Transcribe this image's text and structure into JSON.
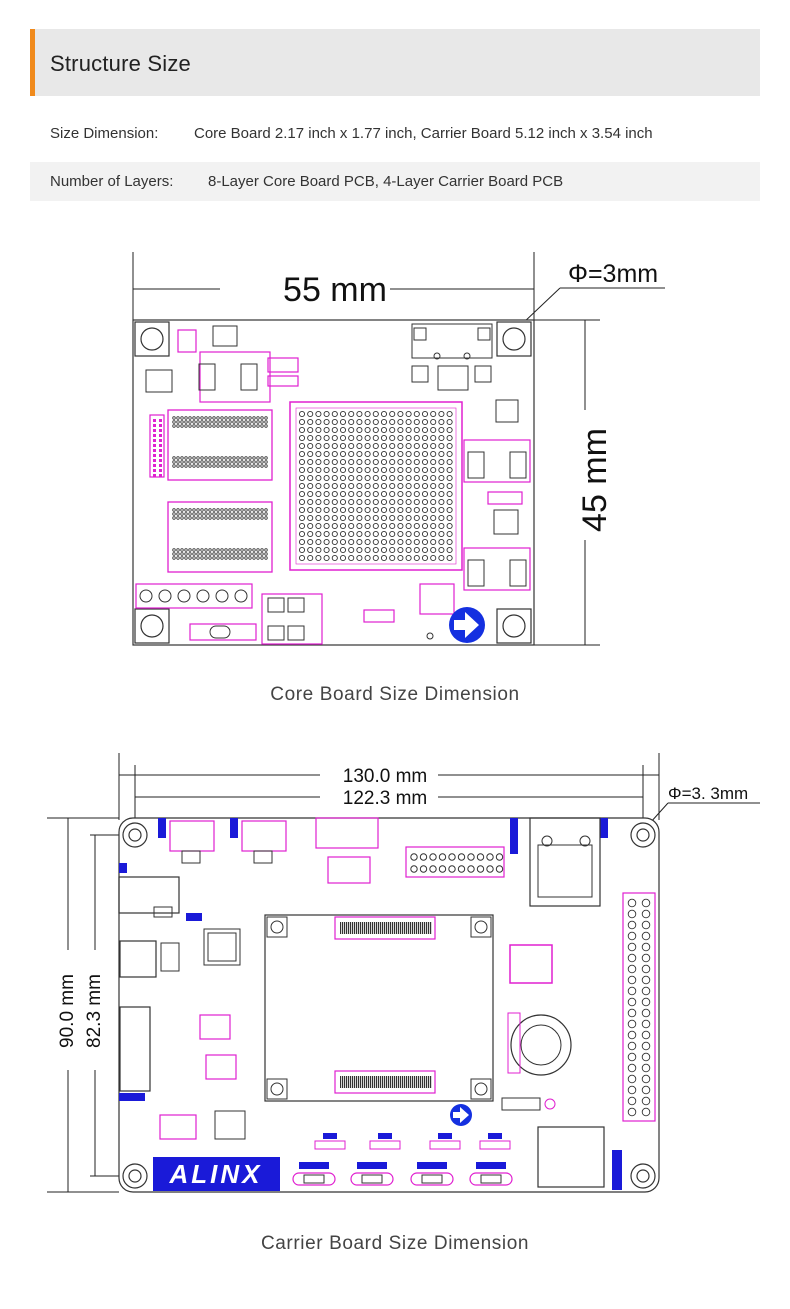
{
  "header": {
    "title": "Structure Size"
  },
  "specs": [
    {
      "label": "Size Dimension:",
      "value": "Core Board 2.17 inch x 1.77 inch, Carrier Board 5.12 inch x 3.54 inch"
    },
    {
      "label": "Number of Layers:",
      "value": "8-Layer Core Board PCB, 4-Layer Carrier Board PCB"
    }
  ],
  "core_board": {
    "width_label": "55 mm",
    "height_label": "45 mm",
    "hole_label": "Φ=3mm",
    "caption": "Core Board Size Dimension"
  },
  "carrier_board": {
    "outer_width_label": "130.0 mm",
    "inner_width_label": "122.3 mm",
    "outer_height_label": "90.0 mm",
    "inner_height_label": "82.3 mm",
    "hole_label": "Φ=3. 3mm",
    "logo": "ALINX",
    "caption": "Carrier Board Size Dimension"
  },
  "colors": {
    "accent": "#f08a1c",
    "silkscreen": "#e020d0",
    "logo_blue": "#1a1ad8",
    "arrow_blue": "#1430e0"
  }
}
